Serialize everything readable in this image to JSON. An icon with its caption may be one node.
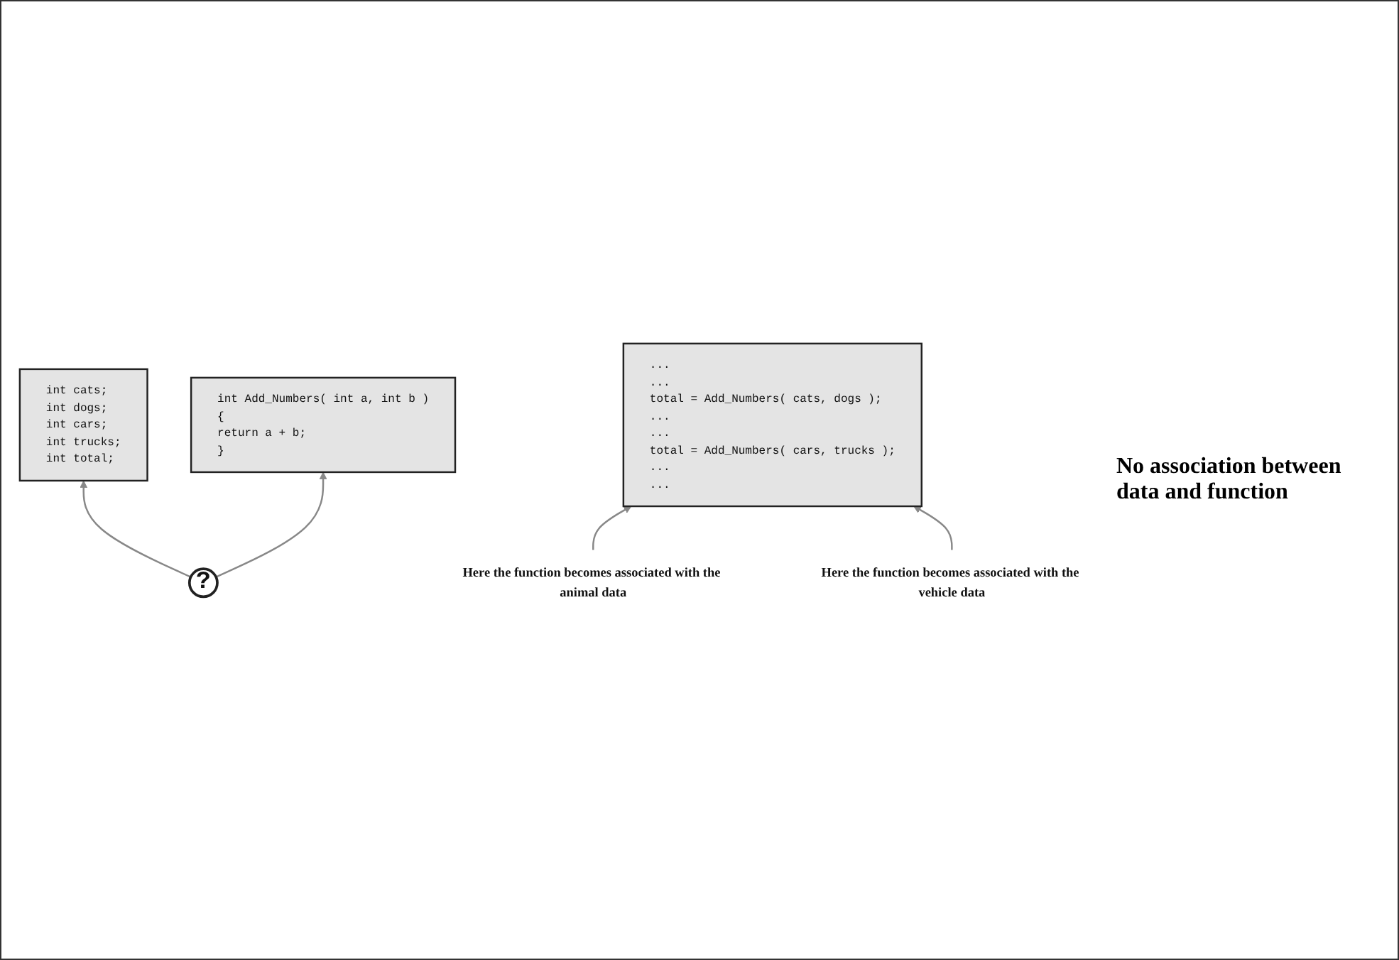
{
  "diagram": {
    "nodes": [
      {
        "text": [
          "int cats;",
          "int dogs;",
          "int cars;",
          "int trucks;",
          "int total;"
        ]
      },
      {
        "text": [
          "int Add_Numbers( int a, int b )",
          "{",
          "return a + b;",
          "}"
        ]
      },
      {
        "text": [
          "?"
        ]
      },
      {
        "text": [
          "...",
          "...",
          "total = Add_Numbers( cats, dogs );",
          "...",
          "...",
          "total = Add_Numbers( cars, trucks );",
          "...",
          "..."
        ]
      },
      {
        "text": [
          "Here the function becomes associated with the animal data"
        ]
      },
      {
        "text": [
          "Here the function becomes associated with the vehicle data"
        ]
      }
    ],
    "edges": [
      {
        "from": 2,
        "to": 0,
        "arrow": "to"
      },
      {
        "from": 2,
        "to": 1,
        "arrow": "to"
      },
      {
        "from": 4,
        "to": 3,
        "arrow": "to"
      },
      {
        "from": 5,
        "to": 3,
        "arrow": "to"
      }
    ],
    "labels": [
      "No association between data and function"
    ]
  }
}
